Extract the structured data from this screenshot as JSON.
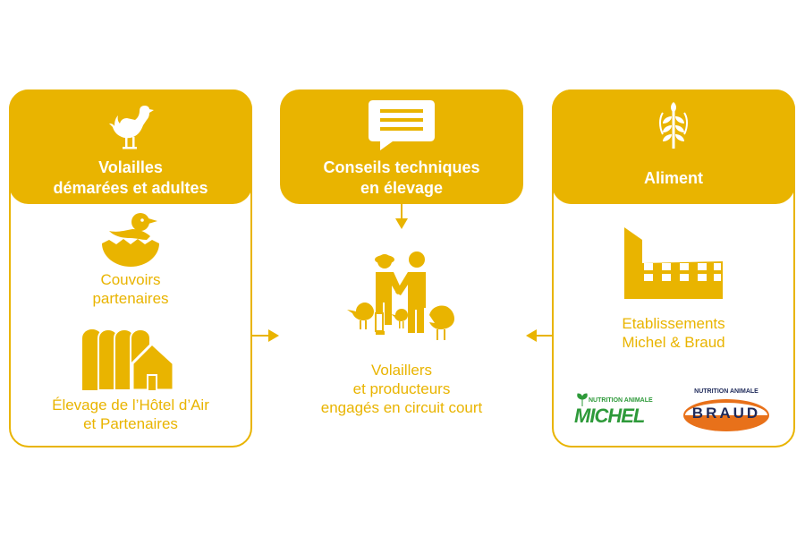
{
  "colors": {
    "accent": "#E9B400",
    "white": "#FFFFFF",
    "michel_green": "#2E9A3A",
    "braud_orange": "#E8711A",
    "braud_navy": "#1E2A5A"
  },
  "left": {
    "header_line1": "Volailles",
    "header_line2": "démarées et adultes",
    "item1_line1": "Couvoirs",
    "item1_line2": "partenaires",
    "item2_line1": "Élevage de l’Hôtel d’Air",
    "item2_line2": "et Partenaires",
    "icons": [
      "hen-icon",
      "chick-in-egg-icon",
      "farm-silos-icon"
    ]
  },
  "center": {
    "header_line1": "Conseils techniques",
    "header_line2": "en élevage",
    "label_line1": "Volaillers",
    "label_line2": "et producteurs",
    "label_line3": "engagés en circuit court",
    "icons": [
      "speech-bubble-icon",
      "handshake-farmers-icon"
    ]
  },
  "right": {
    "header": "Aliment",
    "label_line1": "Etablissements",
    "label_line2": "Michel & Braud",
    "logo_michel_top": "NUTRITION ANIMALE",
    "logo_michel_name": "MICHEL",
    "logo_braud_top": "NUTRITION ANIMALE",
    "logo_braud_name": "BRAUD",
    "icons": [
      "wheat-icon",
      "factory-icon"
    ]
  }
}
